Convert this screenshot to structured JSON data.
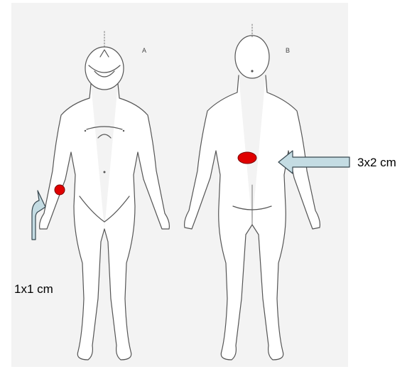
{
  "figures": [
    {
      "id": "front",
      "letter": "A"
    },
    {
      "id": "back",
      "letter": "B"
    }
  ],
  "lesions": [
    {
      "id": "forearm",
      "view": "front",
      "size_label": "1x1 cm",
      "marker": "red-circle",
      "pointer": "curved-arrow-icon"
    },
    {
      "id": "back",
      "view": "back",
      "size_label": "3x2 cm",
      "marker": "red-ellipse",
      "pointer": "left-arrow-icon"
    }
  ],
  "colors": {
    "lesion_fill": "#e00000",
    "arrow_fill": "#c4dce3",
    "arrow_stroke": "#37474f",
    "outline": "#555555",
    "panel_bg": "#f3f3f3"
  }
}
